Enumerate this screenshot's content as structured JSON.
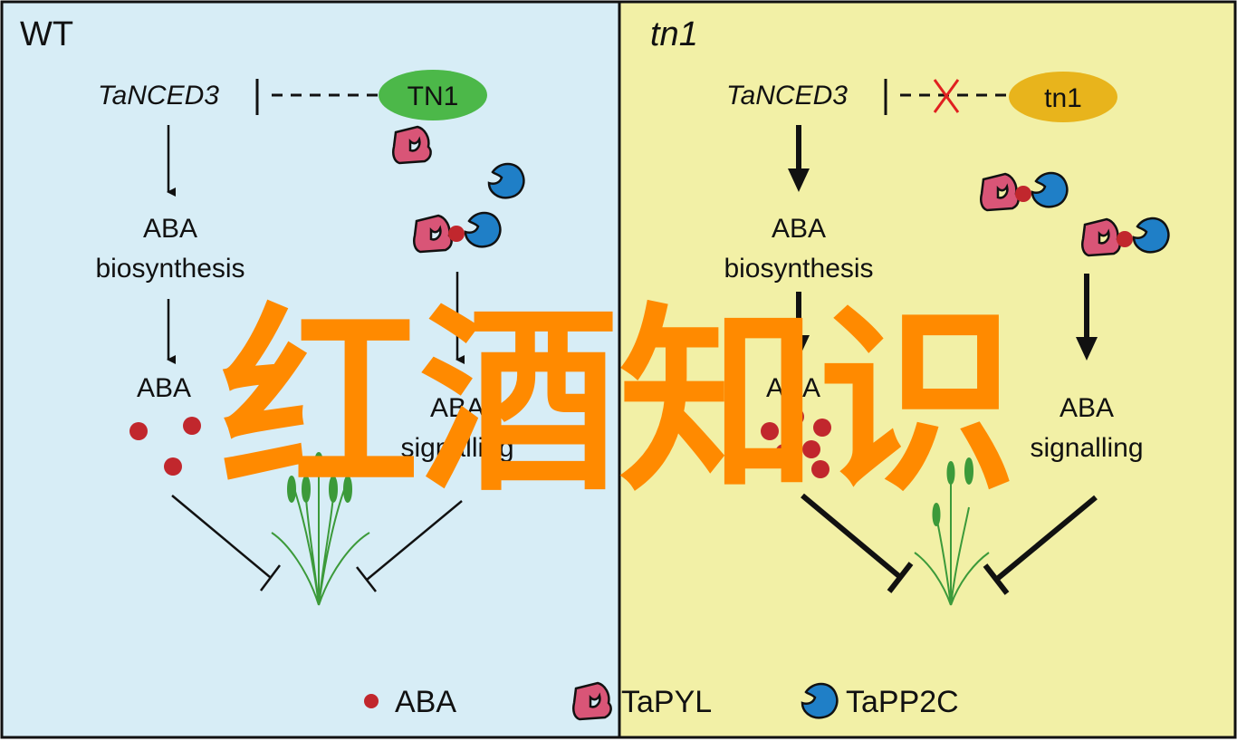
{
  "colors": {
    "wt_bg": "#d7edf6",
    "tn1_bg": "#f2f0a6",
    "border": "#111111",
    "tn1_protein": "#4cb849",
    "tn1_mutant": "#e8b41c",
    "aba_dot": "#c1272d",
    "tapyl": "#d95577",
    "tapp2c": "#1f7fc7",
    "block_x": "#e02020",
    "watermark": "#ff8a00",
    "plant": "#3c9a3a"
  },
  "wt": {
    "title": "WT",
    "gene": "TaNCED3",
    "protein": "TN1",
    "aba_biosynthesis_1": "ABA",
    "aba_biosynthesis_2": "biosynthesis",
    "aba": "ABA",
    "aba_signalling_1": "ABA",
    "aba_signalling_2": "signalling"
  },
  "tn1": {
    "title": "tn1",
    "gene": "TaNCED3",
    "protein": "tn1",
    "aba_biosynthesis_1": "ABA",
    "aba_biosynthesis_2": "biosynthesis",
    "aba": "ABA",
    "aba_signalling_1": "ABA",
    "aba_signalling_2": "signalling"
  },
  "legend": {
    "aba": "ABA",
    "tapyl": "TaPYL",
    "tapp2c": "TaPP2C"
  },
  "watermark": "红酒知识"
}
